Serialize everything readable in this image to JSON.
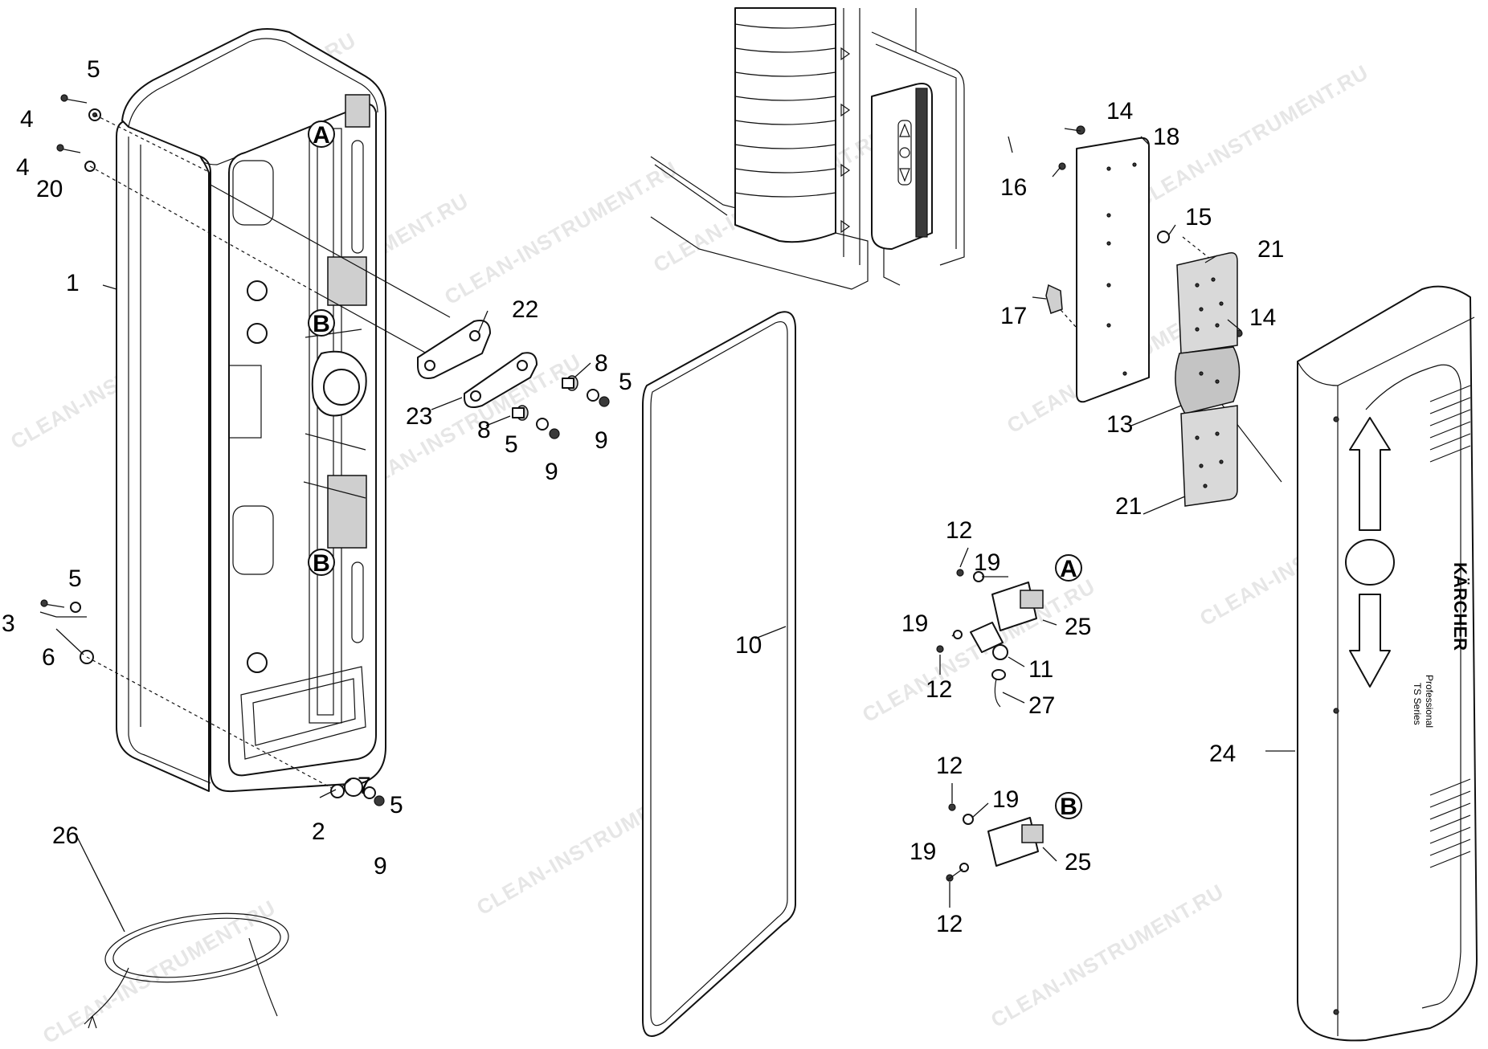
{
  "watermark": "CLEAN-INSTRUMENT.RU",
  "brand": {
    "logo_text": "KÄRCHER",
    "line_1": "Professional",
    "line_2": "TS Series"
  },
  "reference_letters": {
    "a": "A",
    "b": "B"
  },
  "callouts": {
    "c1": "1",
    "c2": "2",
    "c3": "3",
    "c4a": "4",
    "c4b": "4",
    "c5a": "5",
    "c5b": "5",
    "c5c": "5",
    "c5d": "5",
    "c5e": "5",
    "c6": "6",
    "c7": "7",
    "c8a": "8",
    "c8b": "8",
    "c9a": "9",
    "c9b": "9",
    "c9c": "9",
    "c10": "10",
    "c11": "11",
    "c12a": "12",
    "c12b": "12",
    "c12c": "12",
    "c12d": "12",
    "c13": "13",
    "c14a": "14",
    "c14b": "14",
    "c15": "15",
    "c16": "16",
    "c17": "17",
    "c18": "18",
    "c19a": "19",
    "c19b": "19",
    "c19c": "19",
    "c19d": "19",
    "c20": "20",
    "c21a": "21",
    "c21b": "21",
    "c22": "22",
    "c23": "23",
    "c24": "24",
    "c25a": "25",
    "c25b": "25",
    "c26": "26",
    "c27": "27"
  }
}
